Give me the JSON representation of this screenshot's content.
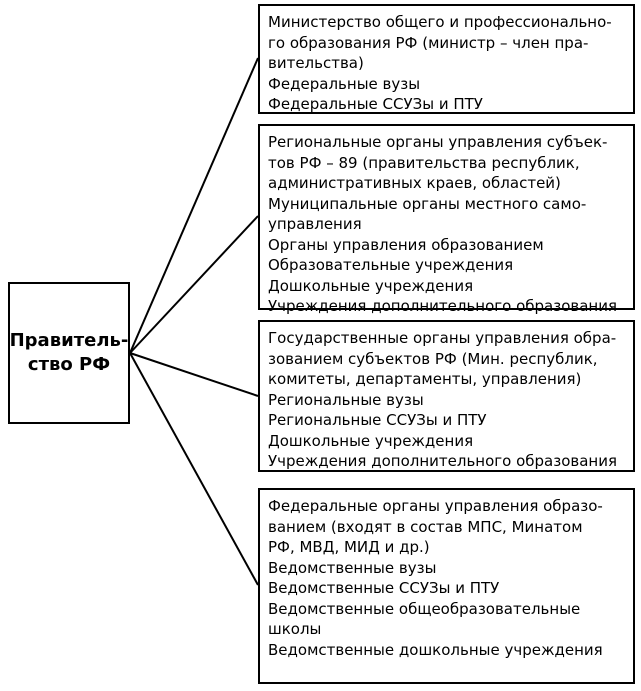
{
  "government": {
    "label": "Правитель-\nство РФ"
  },
  "boxes": [
    {
      "lines": [
        "Министерство общего и профессионально-",
        "го образования РФ (министр – член пра-",
        "вительства)",
        "Федеральные вузы",
        "Федеральные ССУЗы и ПТУ"
      ]
    },
    {
      "lines": [
        "Региональные органы управления субъек-",
        "тов РФ – 89 (правительства республик,",
        "административных краев, областей)",
        "Муниципальные органы местного само-",
        "управления",
        "Органы управления образованием",
        "Образовательные учреждения",
        "Дошкольные учреждения",
        "Учреждения дополнительного образования"
      ]
    },
    {
      "lines": [
        "Государственные органы управления обра-",
        "зованием субъектов РФ (Мин. республик,",
        "комитеты, департаменты, управления)",
        "Региональные вузы",
        "Региональные ССУЗы и ПТУ",
        "Дошкольные учреждения",
        "Учреждения дополнительного образования"
      ]
    },
    {
      "lines": [
        "Федеральные органы управления образо-",
        "ванием (входят в состав МПС, Минатом",
        "РФ, МВД, МИД и др.)",
        "Ведомственные вузы",
        "Ведомственные ССУЗы и ПТУ",
        "Ведомственные        общеобразовательные",
        "школы",
        "Ведомственные дошкольные учреждения"
      ]
    }
  ]
}
